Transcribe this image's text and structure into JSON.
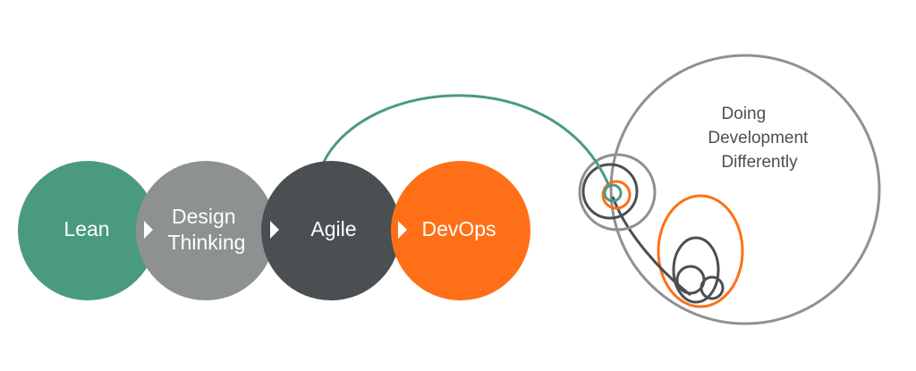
{
  "stages": [
    {
      "id": "lean",
      "label_lines": [
        "Lean"
      ],
      "color": "#4a9a7f"
    },
    {
      "id": "design-thinking",
      "label_lines": [
        "Design",
        "Thinking"
      ],
      "color": "#8e9192"
    },
    {
      "id": "agile",
      "label_lines": [
        "Agile"
      ],
      "color": "#4a4f52"
    },
    {
      "id": "devops",
      "label_lines": [
        "DevOps"
      ],
      "color": "#ff6f17"
    }
  ],
  "outcome": {
    "label_lines": [
      "Doing",
      "Development",
      "Differently"
    ],
    "stroke_color": "#8e9192",
    "text_color": "#4a4f52"
  },
  "colors": {
    "connector": "#4a9a7f",
    "accent": "#ff6f17",
    "dark": "#4a4f52",
    "grey": "#8e9192",
    "arrow": "#ffffff"
  }
}
